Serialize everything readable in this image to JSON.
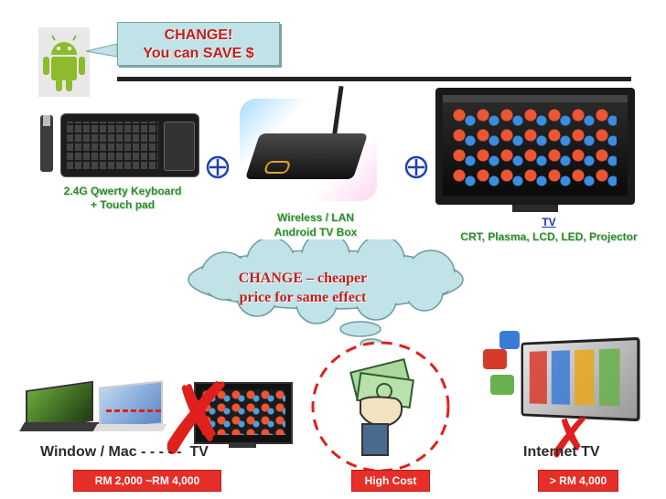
{
  "callout": {
    "line1": "CHANGE!",
    "line2": "You can SAVE $"
  },
  "keyboard": {
    "line1": "2.4G Qwerty Keyboard",
    "line2": "+ Touch pad"
  },
  "box": {
    "line1": "Wireless / LAN",
    "line2": "Android TV Box"
  },
  "tv": {
    "title": "TV",
    "subtitle": "CRT, Plasma, LCD, LED, Projector"
  },
  "cloud": {
    "line1": "CHANGE – cheaper",
    "line2": "price for same effect"
  },
  "left": {
    "label": "Window / Mac - - - - -  TV",
    "price": "RM 2,000 ~RM 4,000"
  },
  "middle": {
    "price": "High Cost"
  },
  "right": {
    "label": "Internet TV",
    "price": "> RM 4,000"
  },
  "icons": {
    "plus1": "plus-circle-icon",
    "plus2": "plus-circle-icon"
  },
  "colors": {
    "accent_red": "#e52f28",
    "callout_bg": "#bfe3e6",
    "green_text": "#2f8a2f"
  }
}
